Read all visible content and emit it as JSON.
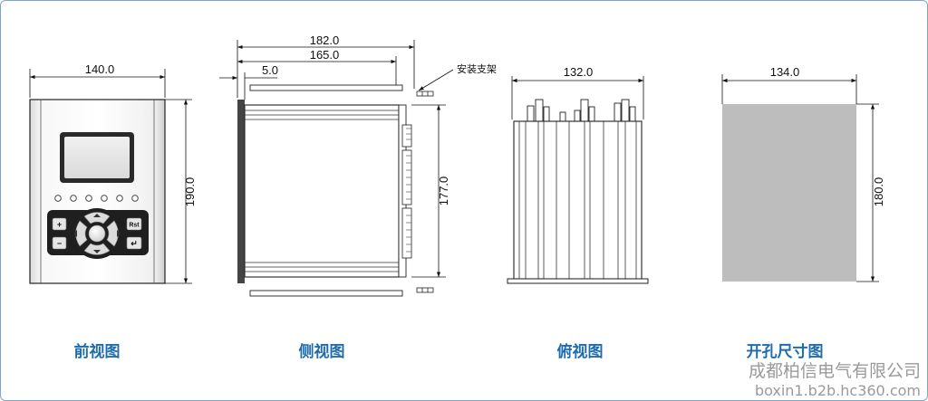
{
  "views": {
    "front": {
      "width_dim": "140.0",
      "height_dim": "190.0",
      "caption": "前视图",
      "keys": {
        "plus": "+",
        "minus": "−",
        "reset": "Rst",
        "enter": "↵"
      }
    },
    "side": {
      "total_depth_dim": "182.0",
      "body_depth_dim": "165.0",
      "flange_dim": "5.0",
      "height_dim": "177.0",
      "bracket_label": "安装支架",
      "caption": "侧视图"
    },
    "top": {
      "width_dim": "132.0",
      "caption": "俯视图"
    },
    "cutout": {
      "width_dim": "134.0",
      "height_dim": "180.0",
      "caption": "开孔尺寸图"
    }
  },
  "watermark": {
    "company": "成都柏信电气有限公司",
    "url": "boxin1.b2b.hc360.com"
  },
  "colors": {
    "caption": "#1e6cb0",
    "cutout_fill": "#bdbdbd",
    "frame": "#7ea6c9"
  }
}
